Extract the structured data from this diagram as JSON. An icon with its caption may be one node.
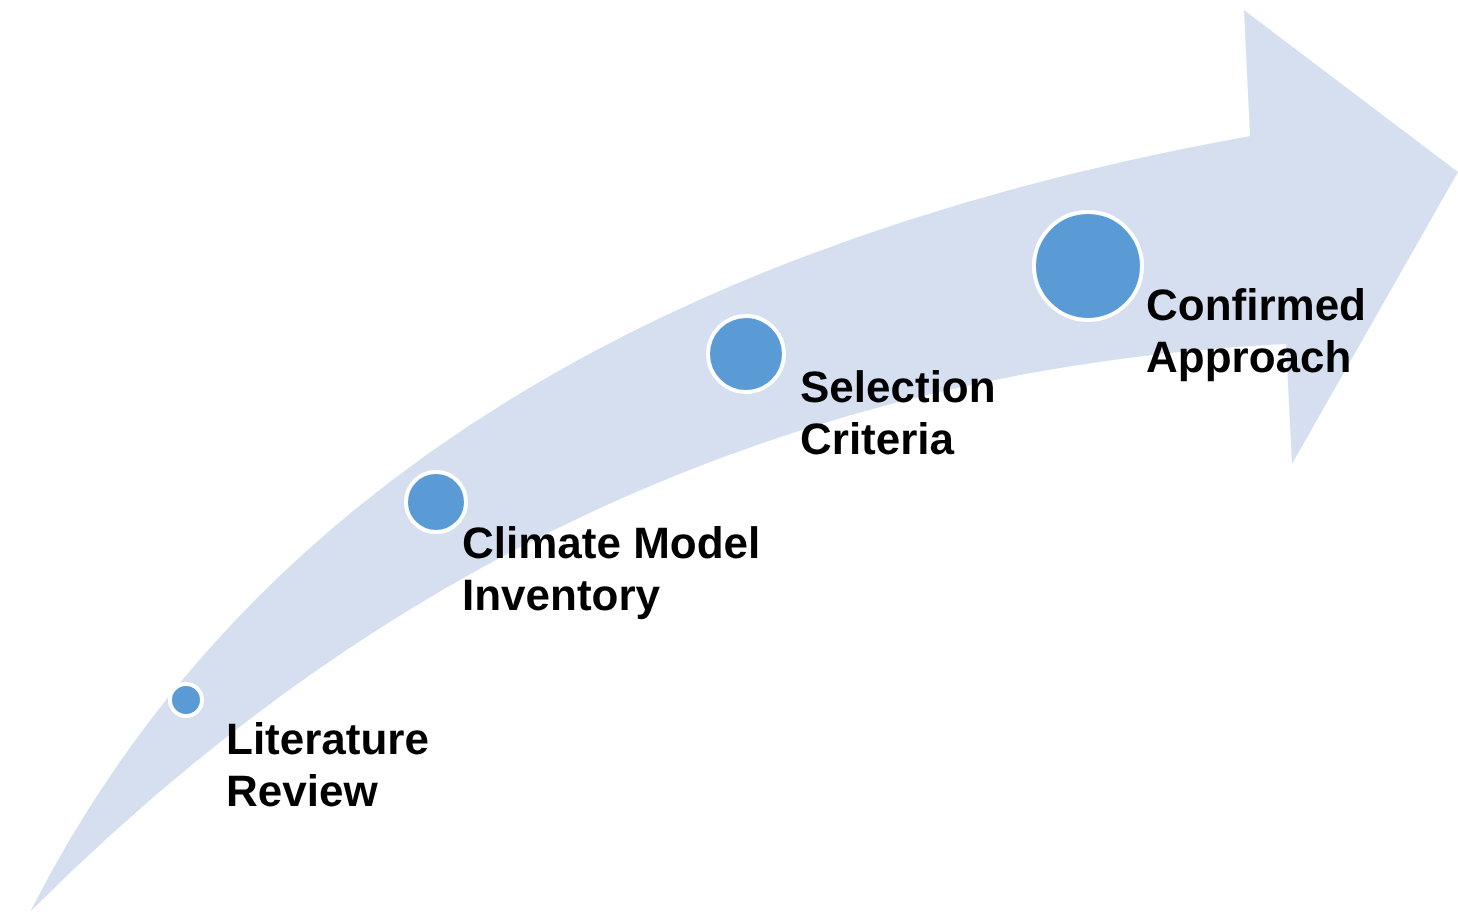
{
  "diagram": {
    "nodes": [
      {
        "text": [],
        "shape": "circle",
        "beside": [
          "Literature Review"
        ]
      },
      {
        "text": [],
        "shape": "circle",
        "beside": [
          "Climate Model Inventory"
        ]
      },
      {
        "text": [],
        "shape": "circle",
        "beside": [
          "Selection Criteria"
        ]
      },
      {
        "text": [],
        "shape": "circle",
        "beside": [
          "Confirmed Approach"
        ]
      }
    ],
    "edges": []
  }
}
